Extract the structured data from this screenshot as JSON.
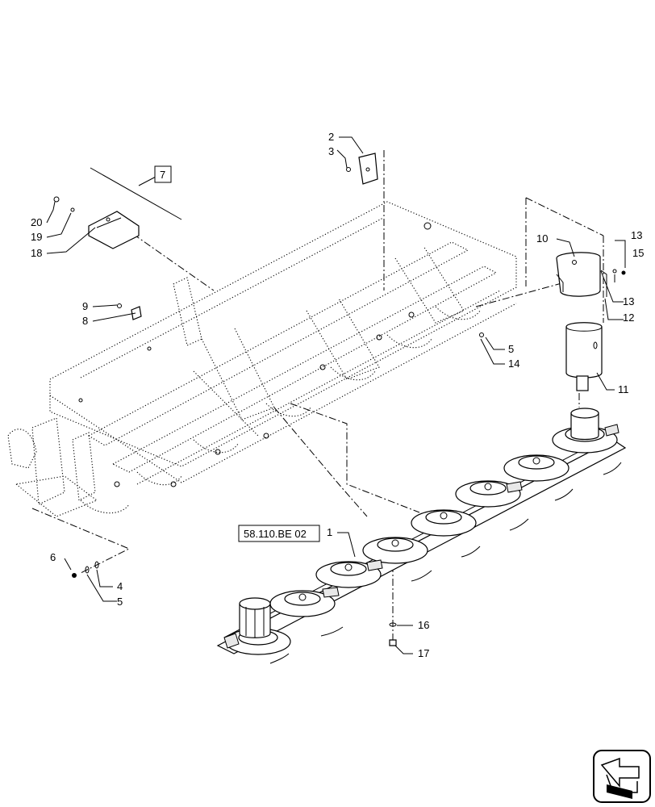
{
  "callouts": {
    "c1": "1",
    "c2": "2",
    "c3": "3",
    "c4": "4",
    "c5a": "5",
    "c5b": "5",
    "c6": "6",
    "c7": "7",
    "c8": "8",
    "c9": "9",
    "c10": "10",
    "c11": "11",
    "c12": "12",
    "c13a": "13",
    "c13b": "13",
    "c14": "14",
    "c15": "15",
    "c16": "16",
    "c17": "17",
    "c18": "18",
    "c19": "19",
    "c20": "20"
  },
  "reference_label": "58.110.BE 02",
  "nav_icon": "page-navigation-arrow-icon"
}
